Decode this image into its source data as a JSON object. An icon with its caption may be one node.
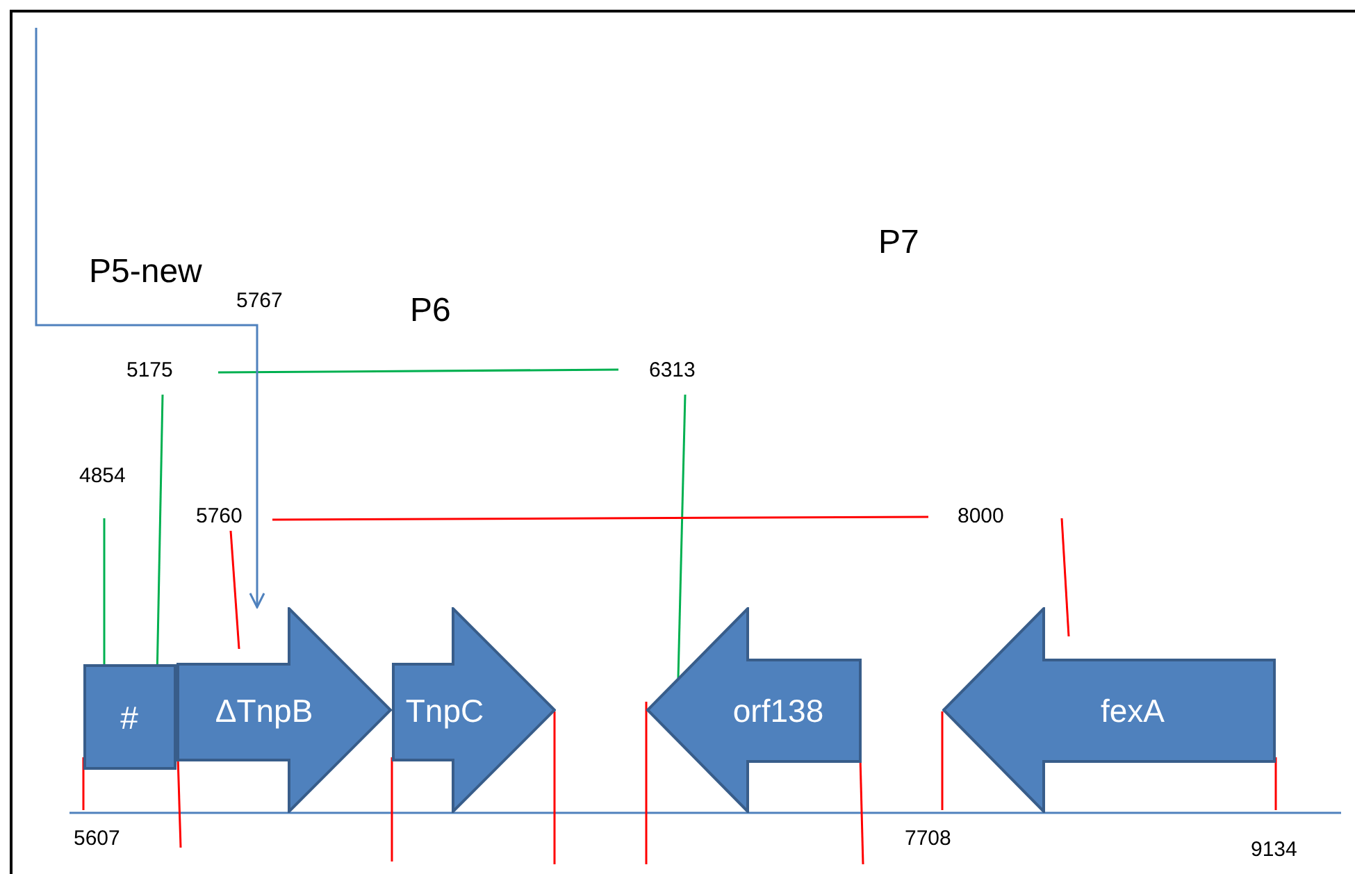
{
  "diagram": {
    "nodes": [
      {
        "text": [
          "#"
        ]
      },
      {
        "text": [
          "ΔTnpB"
        ]
      },
      {
        "text": [
          "TnpC"
        ]
      },
      {
        "text": [
          "orf138"
        ]
      },
      {
        "text": [
          "fexA"
        ]
      }
    ],
    "edges": [
      {
        "from": null,
        "to": 1,
        "arrow": "to",
        "color": "#4f81bd"
      }
    ],
    "labels": [
      "P7",
      "P5-new",
      "5767",
      "P6",
      "5175",
      "6313",
      "4854",
      "5760",
      "8000",
      "5607",
      "7708",
      "9134"
    ]
  }
}
